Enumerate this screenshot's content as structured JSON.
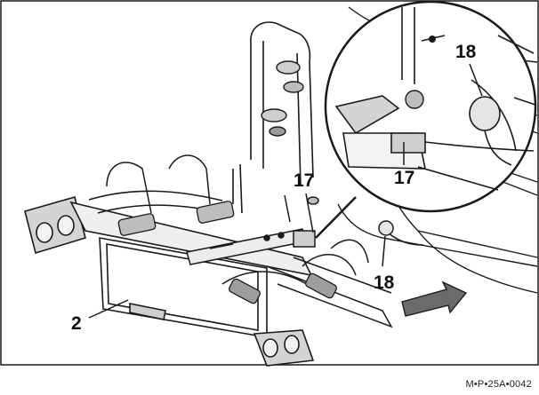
{
  "figure": {
    "callouts": [
      {
        "id": "2",
        "label": "2"
      },
      {
        "id": "17-main",
        "label": "17"
      },
      {
        "id": "17-detail",
        "label": "17"
      },
      {
        "id": "18-main",
        "label": "18"
      },
      {
        "id": "18-detail",
        "label": "18"
      }
    ],
    "code": "M•P•25A•0042"
  },
  "colors": {
    "line": "#1a1a1a",
    "shade": "#7a7a7a",
    "light": "#d9d9d9",
    "background": "#ffffff"
  }
}
